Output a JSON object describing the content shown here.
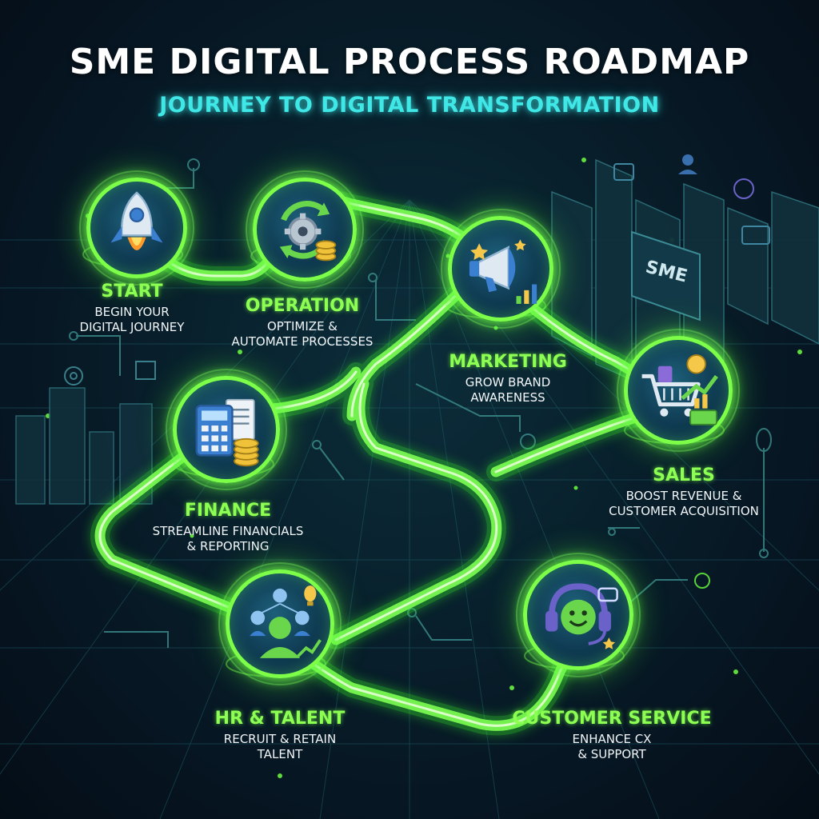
{
  "title": "SME DIGITAL PROCESS ROADMAP",
  "subtitle": "JOURNEY TO DIGITAL TRANSFORMATION",
  "building_sign": "SME",
  "colors": {
    "path_glow": "#6dff3f",
    "title": "#ffffff",
    "subtitle": "#3fe8e6",
    "stage_name": "#8dff52",
    "background": "#071826"
  },
  "stages": [
    {
      "id": "start",
      "name": "START",
      "desc": "BEGIN YOUR\nDIGITAL JOURNEY",
      "icon": "rocket-icon"
    },
    {
      "id": "operation",
      "name": "OPERATION",
      "desc": "OPTIMIZE &\nAUTOMATE PROCESSES",
      "icon": "gear-cycle-icon"
    },
    {
      "id": "marketing",
      "name": "MARKETING",
      "desc": "GROW BRAND\nAWARENESS",
      "icon": "megaphone-icon"
    },
    {
      "id": "sales",
      "name": "SALES",
      "desc": "BOOST REVENUE &\nCUSTOMER ACQUISITION",
      "icon": "shopping-cart-icon"
    },
    {
      "id": "finance",
      "name": "FINANCE",
      "desc": "STREAMLINE FINANCIALS\n& REPORTING",
      "icon": "calculator-coins-icon"
    },
    {
      "id": "hr",
      "name": "HR & TALENT",
      "desc": "RECRUIT & RETAIN\nTALENT",
      "icon": "team-icon"
    },
    {
      "id": "customer-service",
      "name": "CUSTOMER SERVICE",
      "desc": "ENHANCE CX\n& SUPPORT",
      "icon": "headset-icon"
    }
  ]
}
